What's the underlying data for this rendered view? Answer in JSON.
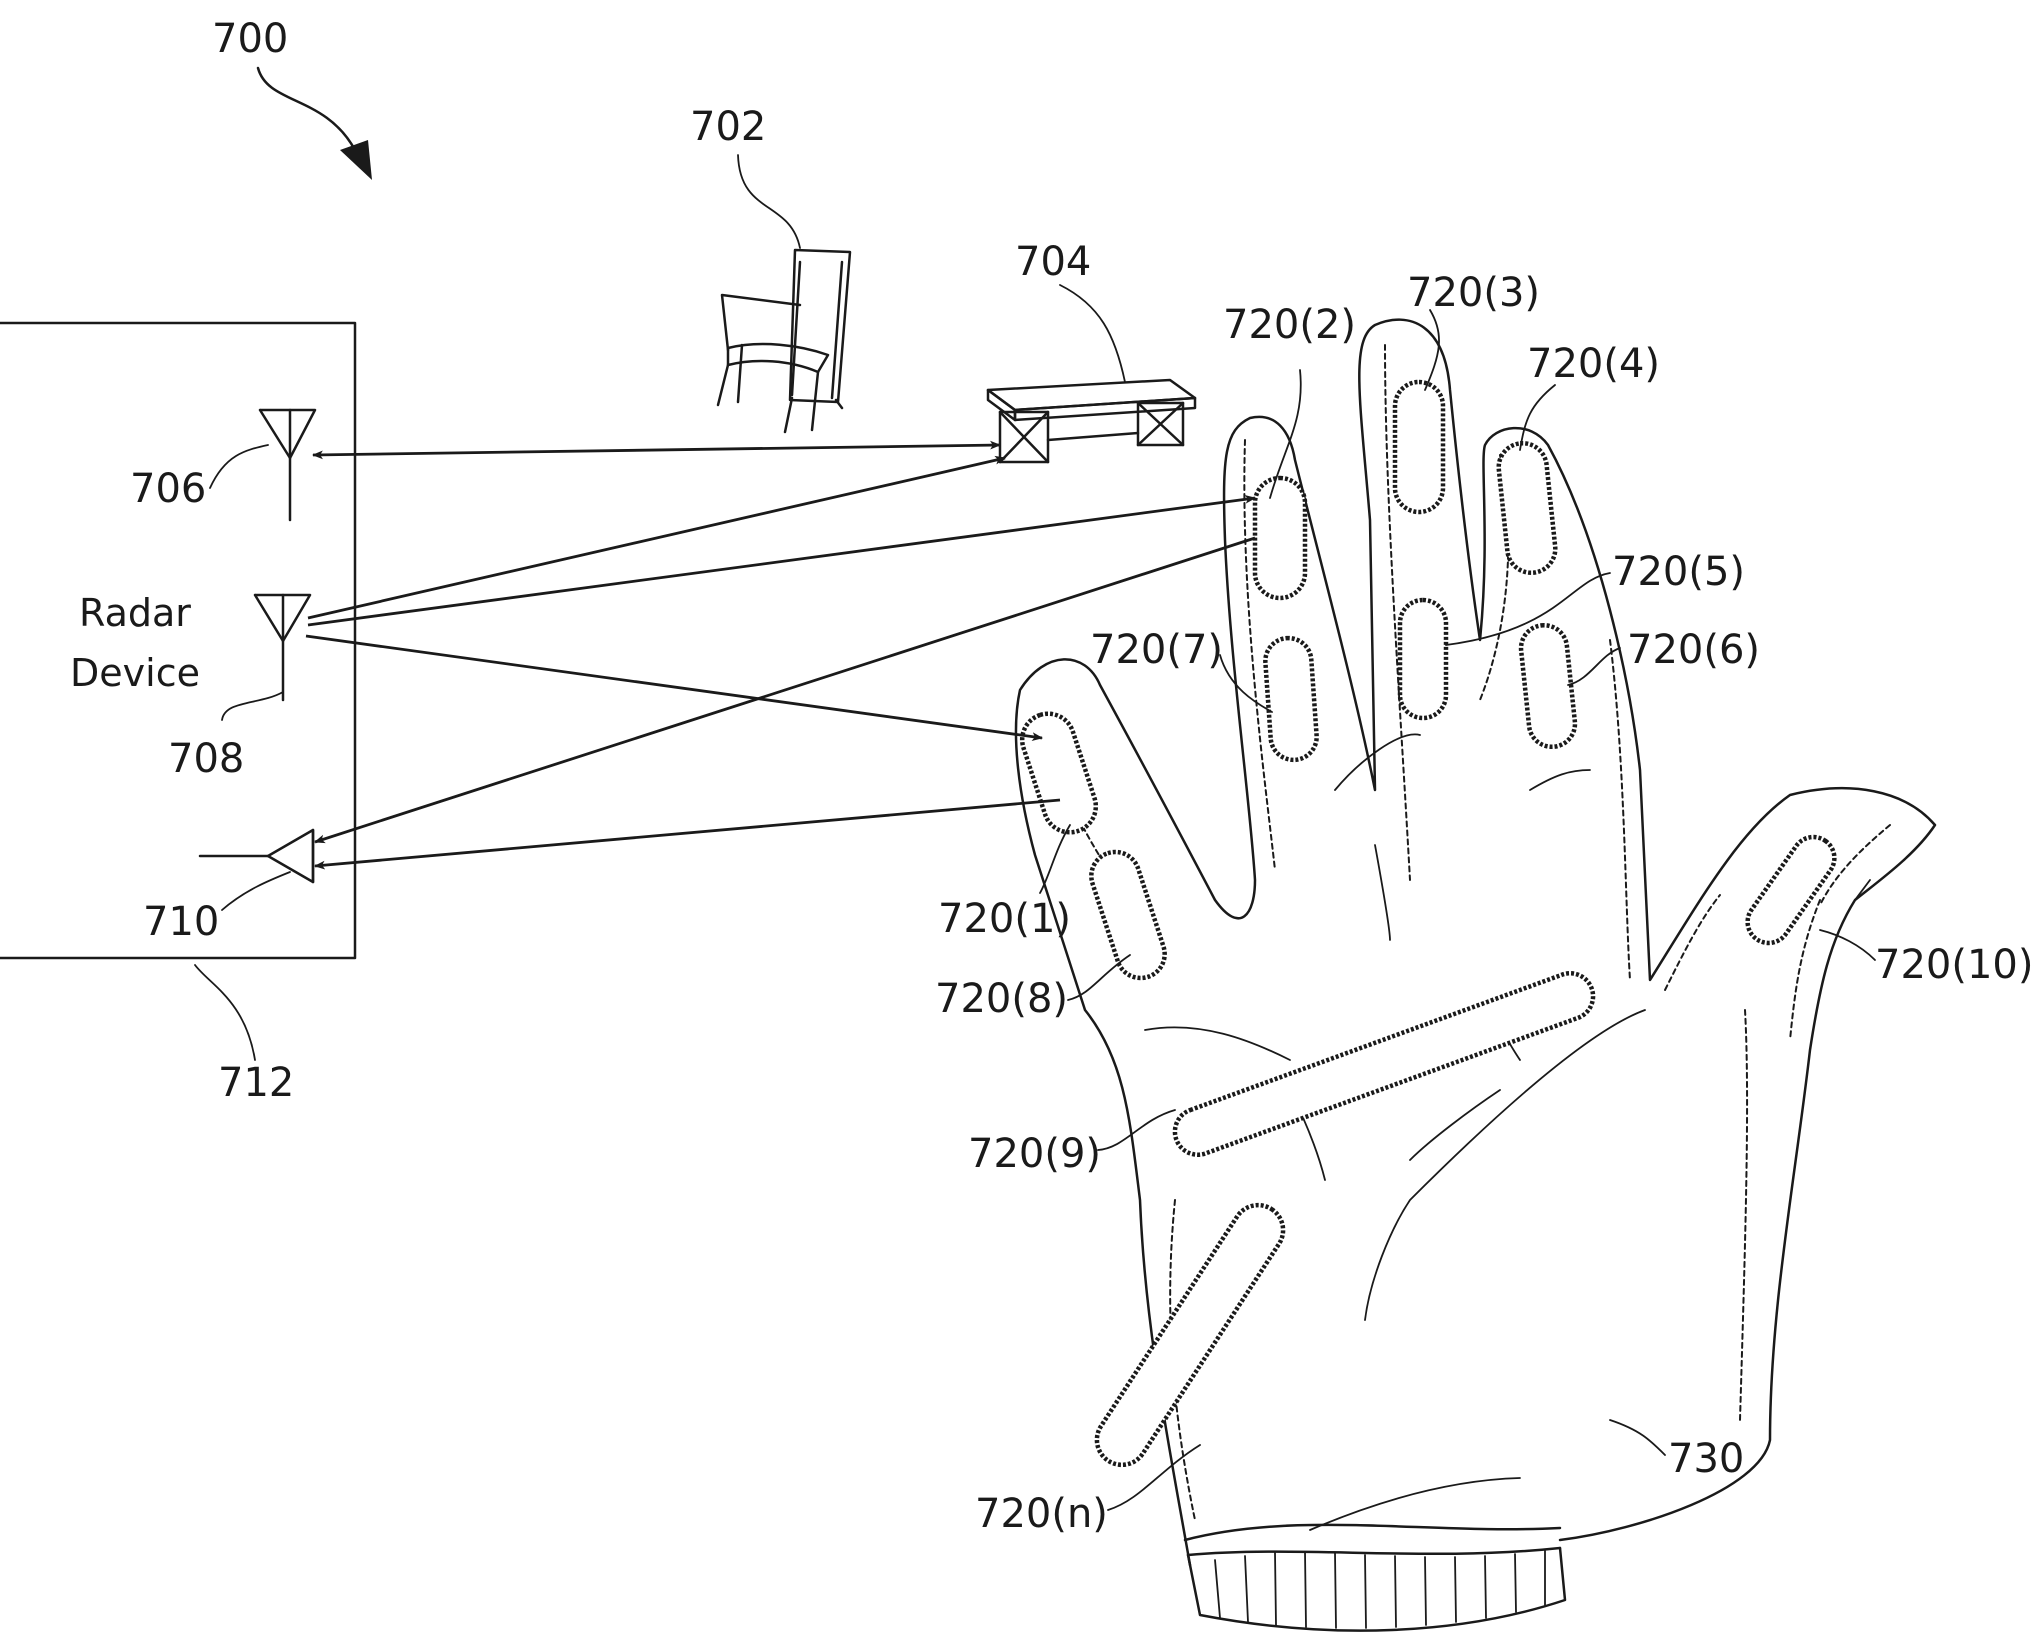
{
  "figure": {
    "number": "700",
    "device_text": [
      "Radar",
      "Device"
    ],
    "labels": {
      "chair": "702",
      "table": "704",
      "antenna_top": "706",
      "antenna_tx": "708",
      "receiver": "710",
      "device_box": "712",
      "glove": "730"
    },
    "sensors": [
      "720(1)",
      "720(2)",
      "720(3)",
      "720(4)",
      "720(5)",
      "720(6)",
      "720(7)",
      "720(8)",
      "720(9)",
      "720(10)",
      "720(n)"
    ]
  }
}
